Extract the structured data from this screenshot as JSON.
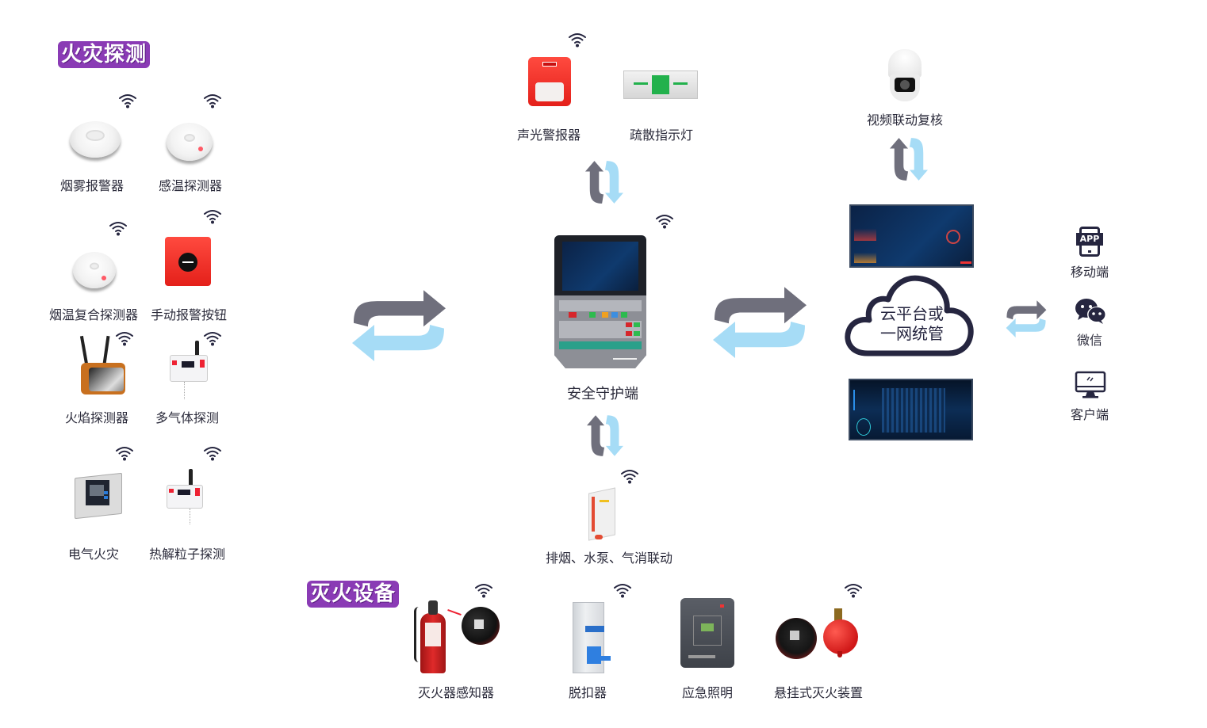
{
  "colors": {
    "section_title_bg": "#8a3bb5",
    "arrow_dark": "#6f6f7c",
    "arrow_light": "#a6dcf6",
    "text": "#2b2b3b",
    "icon_dark": "#262640"
  },
  "fire_detection": {
    "title": "火灾探测",
    "items": [
      {
        "label": "烟雾报警器",
        "icon": "smoke-alarm"
      },
      {
        "label": "感温探测器",
        "icon": "heat-detector"
      },
      {
        "label": "烟温复合探测器",
        "icon": "smoke-heat-detector"
      },
      {
        "label": "手动报警按钮",
        "icon": "manual-call-point"
      },
      {
        "label": "火焰探测器",
        "icon": "flame-detector"
      },
      {
        "label": "多气体探测",
        "icon": "multi-gas-detector"
      },
      {
        "label": "电气火灾",
        "icon": "electrical-fire-monitor"
      },
      {
        "label": "热解粒子探测",
        "icon": "pyrolysis-particle-detector"
      }
    ]
  },
  "alarm_outputs": [
    {
      "label": "声光警报器",
      "icon": "sound-light-alarm"
    },
    {
      "label": "疏散指示灯",
      "icon": "evacuation-sign"
    }
  ],
  "guardian": {
    "label": "安全守护端",
    "icon": "security-guard-terminal"
  },
  "linkage": {
    "label": "排烟、水泵、气消联动",
    "icon": "linkage-module"
  },
  "video": {
    "label": "视频联动复核",
    "icon": "ptz-camera"
  },
  "cloud": {
    "line1": "云平台或",
    "line2": "一网统管"
  },
  "clients": [
    {
      "label": "移动端",
      "icon": "app-icon",
      "badge": "APP"
    },
    {
      "label": "微信",
      "icon": "wechat-icon"
    },
    {
      "label": "客户端",
      "icon": "desktop-monitor-icon"
    }
  ],
  "extinguishing": {
    "title": "灭火设备",
    "items": [
      {
        "label": "灭火器感知器",
        "icon": "extinguisher-sensor"
      },
      {
        "label": "脱扣器",
        "icon": "circuit-breaker-trip"
      },
      {
        "label": "应急照明",
        "icon": "emergency-lighting-box"
      },
      {
        "label": "悬挂式灭火装置",
        "icon": "hanging-extinguisher"
      }
    ]
  }
}
